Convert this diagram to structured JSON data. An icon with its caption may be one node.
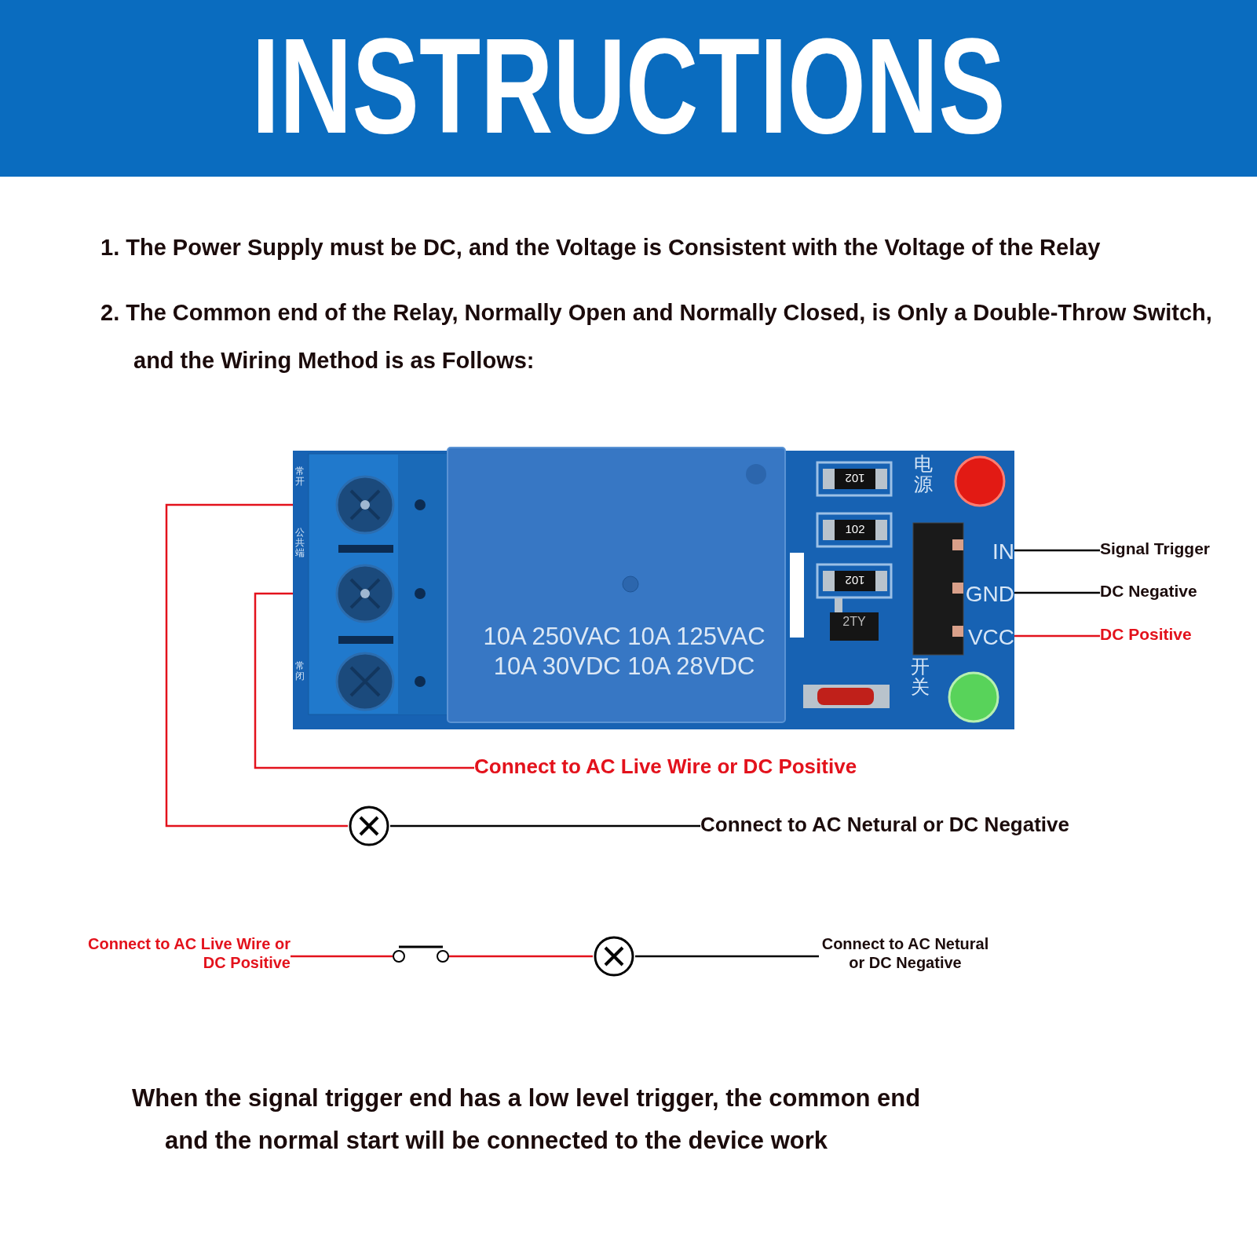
{
  "diagram": {
    "title": "INSTRUCTIONS",
    "nodes": [
      {
        "text": [],
        "shape": "picture"
      },
      {
        "text": [],
        "shape": "circle",
        "in": 0
      },
      {
        "text": [],
        "shape": "circle",
        "in": 0
      },
      {
        "text": [
          "IN"
        ],
        "in": 0
      },
      {
        "text": [
          "GND"
        ],
        "in": 0
      },
      {
        "text": [
          "VCC"
        ],
        "in": 0
      },
      {
        "text": [
          "Signal Trigger"
        ]
      },
      {
        "text": [
          "DC Negative"
        ]
      },
      {
        "text": [
          "DC Positive"
        ]
      },
      {
        "text": [
          "Connect to AC Live Wire or DC Positive"
        ]
      },
      {
        "text": [],
        "shape": "circle"
      },
      {
        "text": [
          "Connect to AC Netural or DC Negative"
        ]
      },
      {
        "text": [
          "Connect to AC Live Wire or DC Positive"
        ]
      },
      {
        "text": [],
        "shape": "switch"
      },
      {
        "text": [],
        "shape": "circle"
      },
      {
        "text": [
          "Connect to AC Netural or DC Negative"
        ]
      }
    ],
    "edges": [
      {
        "from": 3,
        "to": 6,
        "arrow": "none",
        "color": "#000000"
      },
      {
        "from": 4,
        "to": 7,
        "arrow": "none",
        "color": "#000000"
      },
      {
        "from": 5,
        "to": 8,
        "arrow": "none"
      },
      {
        "from": 2,
        "to": 9,
        "arrow": "none"
      },
      {
        "from": 1,
        "to": 10,
        "arrow": "none"
      },
      {
        "from": 10,
        "to": 11,
        "arrow": "none",
        "color": "#000000"
      },
      {
        "from": 12,
        "to": 13,
        "arrow": "none"
      },
      {
        "from": 13,
        "to": 14,
        "arrow": "none"
      },
      {
        "from": 14,
        "to": 15,
        "arrow": "none",
        "color": "#000000"
      }
    ],
    "labels": [
      "1. The Power Supply must be DC, and the Voltage is Consistent with the Voltage of the Relay",
      "2. The Common end of the Relay, Normally Open and Normally Closed, is Only a Double-Throw Switch, and the Wiring Method is as Follows:",
      "常开",
      "公共端",
      "常闭",
      "102",
      "电源",
      "102",
      "102",
      "10A 250VAC 10A 125VAC",
      "10A 30VDC 10A 28VDC",
      "2TY",
      "开关",
      "When the signal trigger end has a low level trigger, the common end and the normal start will be connected to the device work"
    ]
  }
}
